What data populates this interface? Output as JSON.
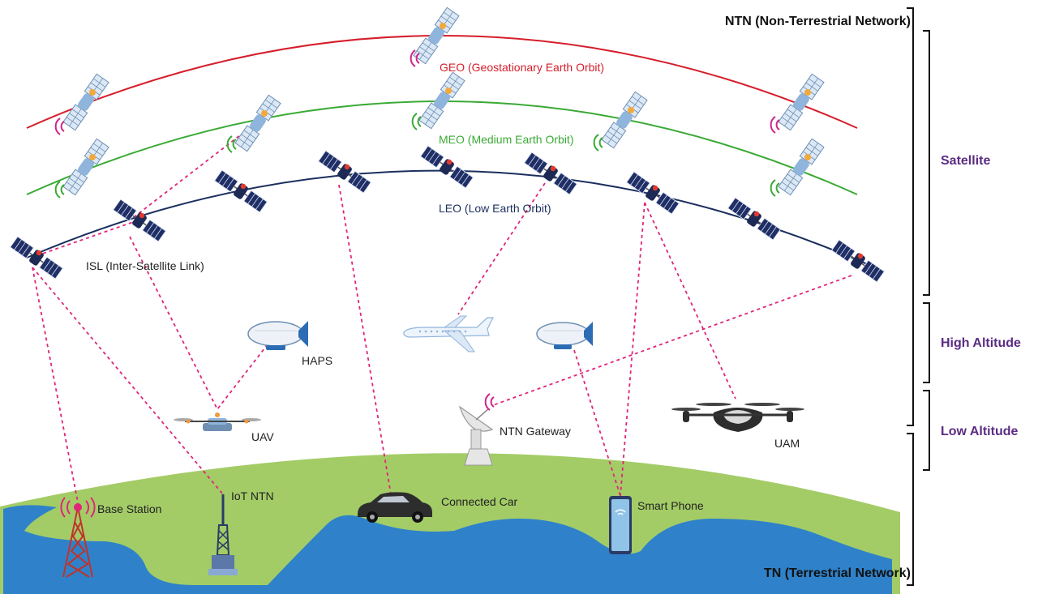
{
  "network_labels": {
    "ntn": "NTN (Non-Terrestrial Network)",
    "tn": "TN (Terrestrial Network)"
  },
  "altitude_labels": {
    "satellite": "Satellite",
    "high_altitude": "High Altitude",
    "low_altitude": "Low Altitude"
  },
  "orbits": {
    "geo": {
      "label": "GEO (Geostationary Earth Orbit)",
      "color": "#d61e2b"
    },
    "meo": {
      "label": "MEO (Medium Earth Orbit)",
      "color": "#3aaa35"
    },
    "leo": {
      "label": "LEO (Low Earth Orbit)",
      "color": "#1b2f5e"
    }
  },
  "isl_label": "ISL (Inter-Satellite Link)",
  "nodes": {
    "haps": "HAPS",
    "uav": "UAV",
    "ntn_gateway": "NTN Gateway",
    "uam": "UAM",
    "base_station": "Base Station",
    "iot_ntn": "IoT NTN",
    "connected_car": "Connected Car",
    "smart_phone": "Smart Phone"
  },
  "colors": {
    "link": "#e0247a",
    "land": "#a3cc67",
    "water": "#2f82c9",
    "bracket_accent": "#5b2c83"
  }
}
